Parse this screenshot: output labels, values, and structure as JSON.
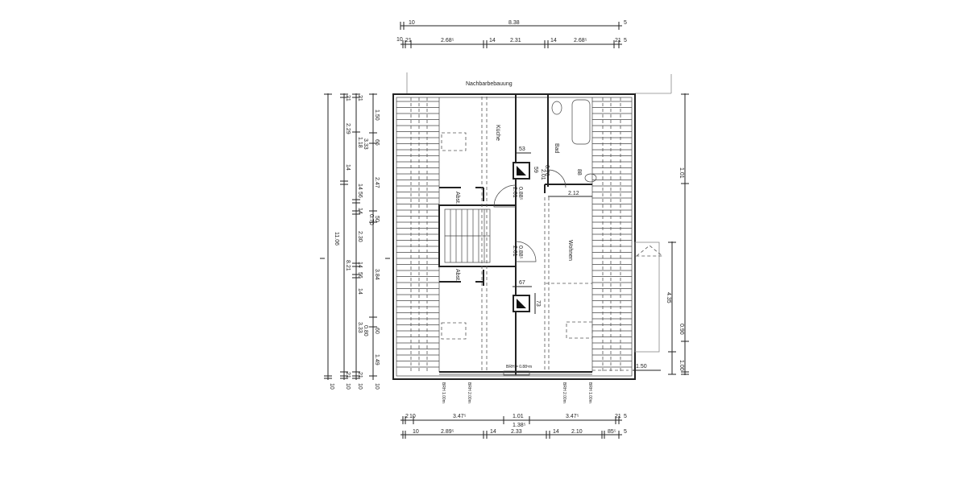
{
  "plan": {
    "neighbour_label": "Nachbarbebauung",
    "rooms": {
      "kitchen": "Küche",
      "bath": "Bad",
      "living": "Wohnen",
      "storage_top": "Abst.",
      "storage_bottom": "Abst."
    },
    "top_dims": {
      "row1": [
        "10",
        "8.38",
        "5"
      ],
      "row2": [
        "10",
        "21",
        "2.68⁵",
        "14",
        "2.31",
        "14",
        "2.68⁵",
        "21",
        "5"
      ]
    },
    "bottom_dims": {
      "row1": [
        "2",
        "10",
        "3.47⁵",
        "1.01",
        "1.38⁵",
        "3.47⁵",
        "21",
        "5"
      ],
      "row2": [
        "10",
        "2.89⁵",
        "14",
        "2.33",
        "14",
        "2.10",
        "85⁵",
        "5"
      ]
    },
    "left_dims": {
      "col1": [
        "11.06",
        "10"
      ],
      "col2": [
        "21",
        "2.29",
        "14",
        "8.21",
        "21",
        "10"
      ],
      "col3": [
        "21",
        "1.18",
        "3.33",
        "14",
        "56",
        "14",
        "2.30",
        "14",
        "56",
        "14",
        "3.33",
        "0.80",
        "21",
        "10"
      ],
      "col4": [
        "1.50",
        "66",
        "2.47",
        "50",
        "0.70",
        "3.84",
        "60",
        "1.49",
        "10"
      ]
    },
    "right_dims": {
      "outer": [
        "1.01",
        "0.90",
        "1.00"
      ],
      "inner": [
        "4.35"
      ],
      "balcony": "1.50"
    },
    "interior_dims": [
      "53",
      "59",
      "0.76",
      "2.01",
      "0.88⁵",
      "2.01",
      "88",
      "2.12",
      "0.88⁵",
      "2.01",
      "67",
      "73"
    ],
    "window_labels": [
      "BRH = 0.88⁵m",
      "BRH 1.00m",
      "BRH 2.00m",
      "BRH 2.00m",
      "BRH 1.00m"
    ]
  }
}
